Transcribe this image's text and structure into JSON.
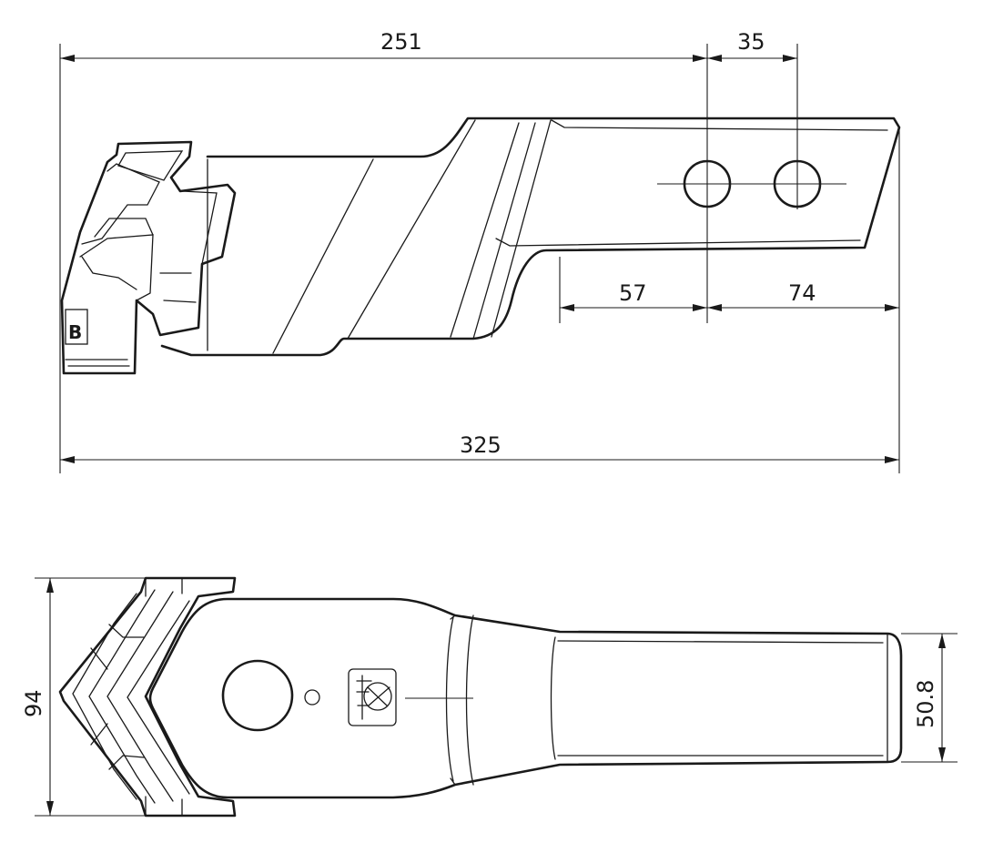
{
  "views": {
    "side": {
      "dimensions": {
        "overall_length": "325",
        "to_first_hole": "251",
        "hole_spacing": "35",
        "shank_to_hole": "57",
        "hole_to_end": "74"
      }
    },
    "top": {
      "dimensions": {
        "head_height": "94",
        "shank_diameter": "50.8"
      }
    }
  },
  "logo_side": "B",
  "icons": [
    "brand-logo-icon"
  ]
}
